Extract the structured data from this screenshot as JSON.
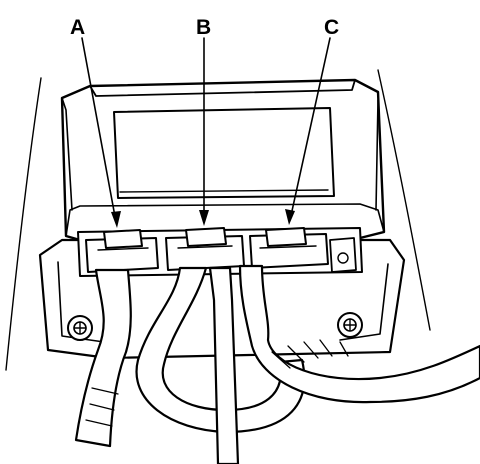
{
  "callouts": [
    {
      "id": "a",
      "label": "A"
    },
    {
      "id": "b",
      "label": "B"
    },
    {
      "id": "c",
      "label": "C"
    }
  ],
  "colors": {
    "ink": "#000000",
    "paper": "#ffffff"
  }
}
